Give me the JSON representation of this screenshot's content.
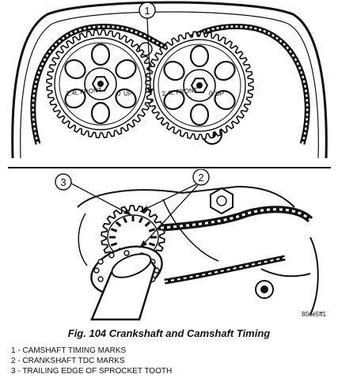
{
  "figure": {
    "gear_label": "2.4L FRONT",
    "up_mark": "UP",
    "image_code": "80ae5ff1",
    "callouts": [
      "1",
      "2",
      "3"
    ]
  },
  "caption": "Fig. 104 Crankshaft and Camshaft Timing",
  "legend": [
    "1 - CAMSHAFT TIMING MARKS",
    "2 - CRANKSHAFT TDC MARKS",
    "3 - TRAILING EDGE OF SPROCKET TOOTH"
  ]
}
